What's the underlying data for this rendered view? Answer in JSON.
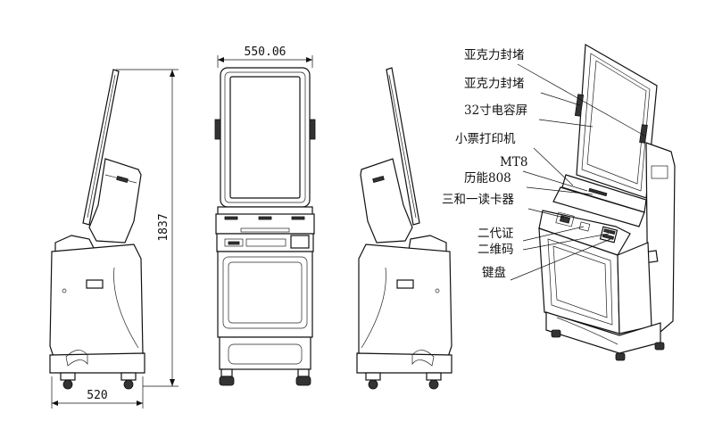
{
  "dimensions": {
    "width_top": "550.06",
    "height": "1837",
    "depth": "520"
  },
  "callouts": [
    {
      "id": "acrylic-seal-1",
      "label": "亚克力封堵"
    },
    {
      "id": "acrylic-seal-2",
      "label": "亚克力封堵"
    },
    {
      "id": "screen",
      "label": "32寸电容屏"
    },
    {
      "id": "receipt-printer",
      "label": "小票打印机"
    },
    {
      "id": "mt8",
      "label": "MT8"
    },
    {
      "id": "linen808",
      "label": "历能808"
    },
    {
      "id": "card-reader",
      "label": "三和一读卡器"
    },
    {
      "id": "id-card",
      "label": "二代证"
    },
    {
      "id": "qr-code",
      "label": "二维码"
    },
    {
      "id": "keyboard",
      "label": "键盘"
    }
  ]
}
